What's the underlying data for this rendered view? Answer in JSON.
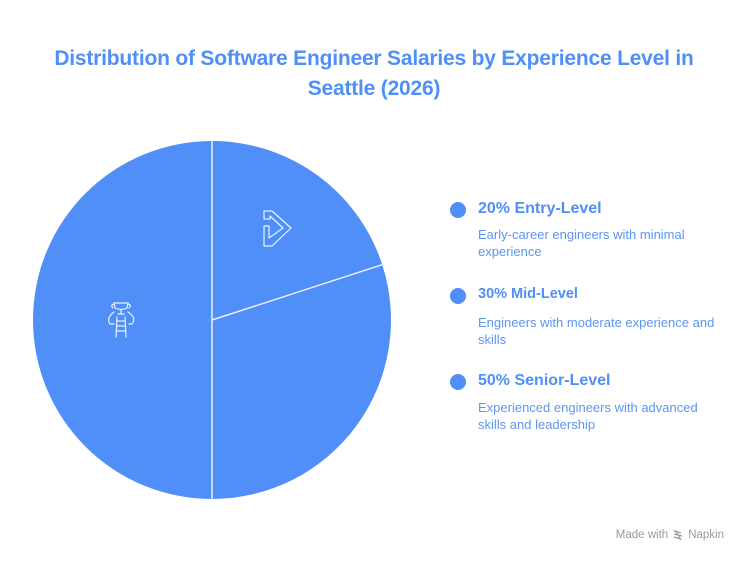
{
  "title": {
    "line1": "Distribution of Software Engineer Salaries by Experience Level in",
    "line2": "Seattle (2026)"
  },
  "colors": {
    "accent": "#4f8ff7",
    "slice": "#4f8ff7",
    "divider": "#e8f0fe",
    "footer": "#9a9a9a"
  },
  "legend": [
    {
      "label": "20% Entry-Level",
      "description": "Early-career engineers with minimal experience",
      "icon": "arrow-step-icon"
    },
    {
      "label": "30% Mid-Level",
      "description": "Engineers with moderate experience and skills",
      "icon": ""
    },
    {
      "label": "50% Senior-Level",
      "description": "Experienced engineers with advanced skills and leadership",
      "icon": "trophy-ladder-icon"
    }
  ],
  "footer": {
    "made_with": "Made with",
    "brand": "Napkin"
  },
  "chart_data": {
    "type": "pie",
    "title": "Distribution of Software Engineer Salaries by Experience Level in Seattle (2026)",
    "categories": [
      "Entry-Level",
      "Mid-Level",
      "Senior-Level"
    ],
    "values": [
      20,
      30,
      50
    ],
    "unit": "%",
    "descriptions": [
      "Early-career engineers with minimal experience",
      "Engineers with moderate experience and skills",
      "Experienced engineers with advanced skills and leadership"
    ],
    "legend_position": "right",
    "start_angle": "12 o'clock, clockwise",
    "colors": [
      "#4f8ff7",
      "#4f8ff7",
      "#4f8ff7"
    ]
  }
}
